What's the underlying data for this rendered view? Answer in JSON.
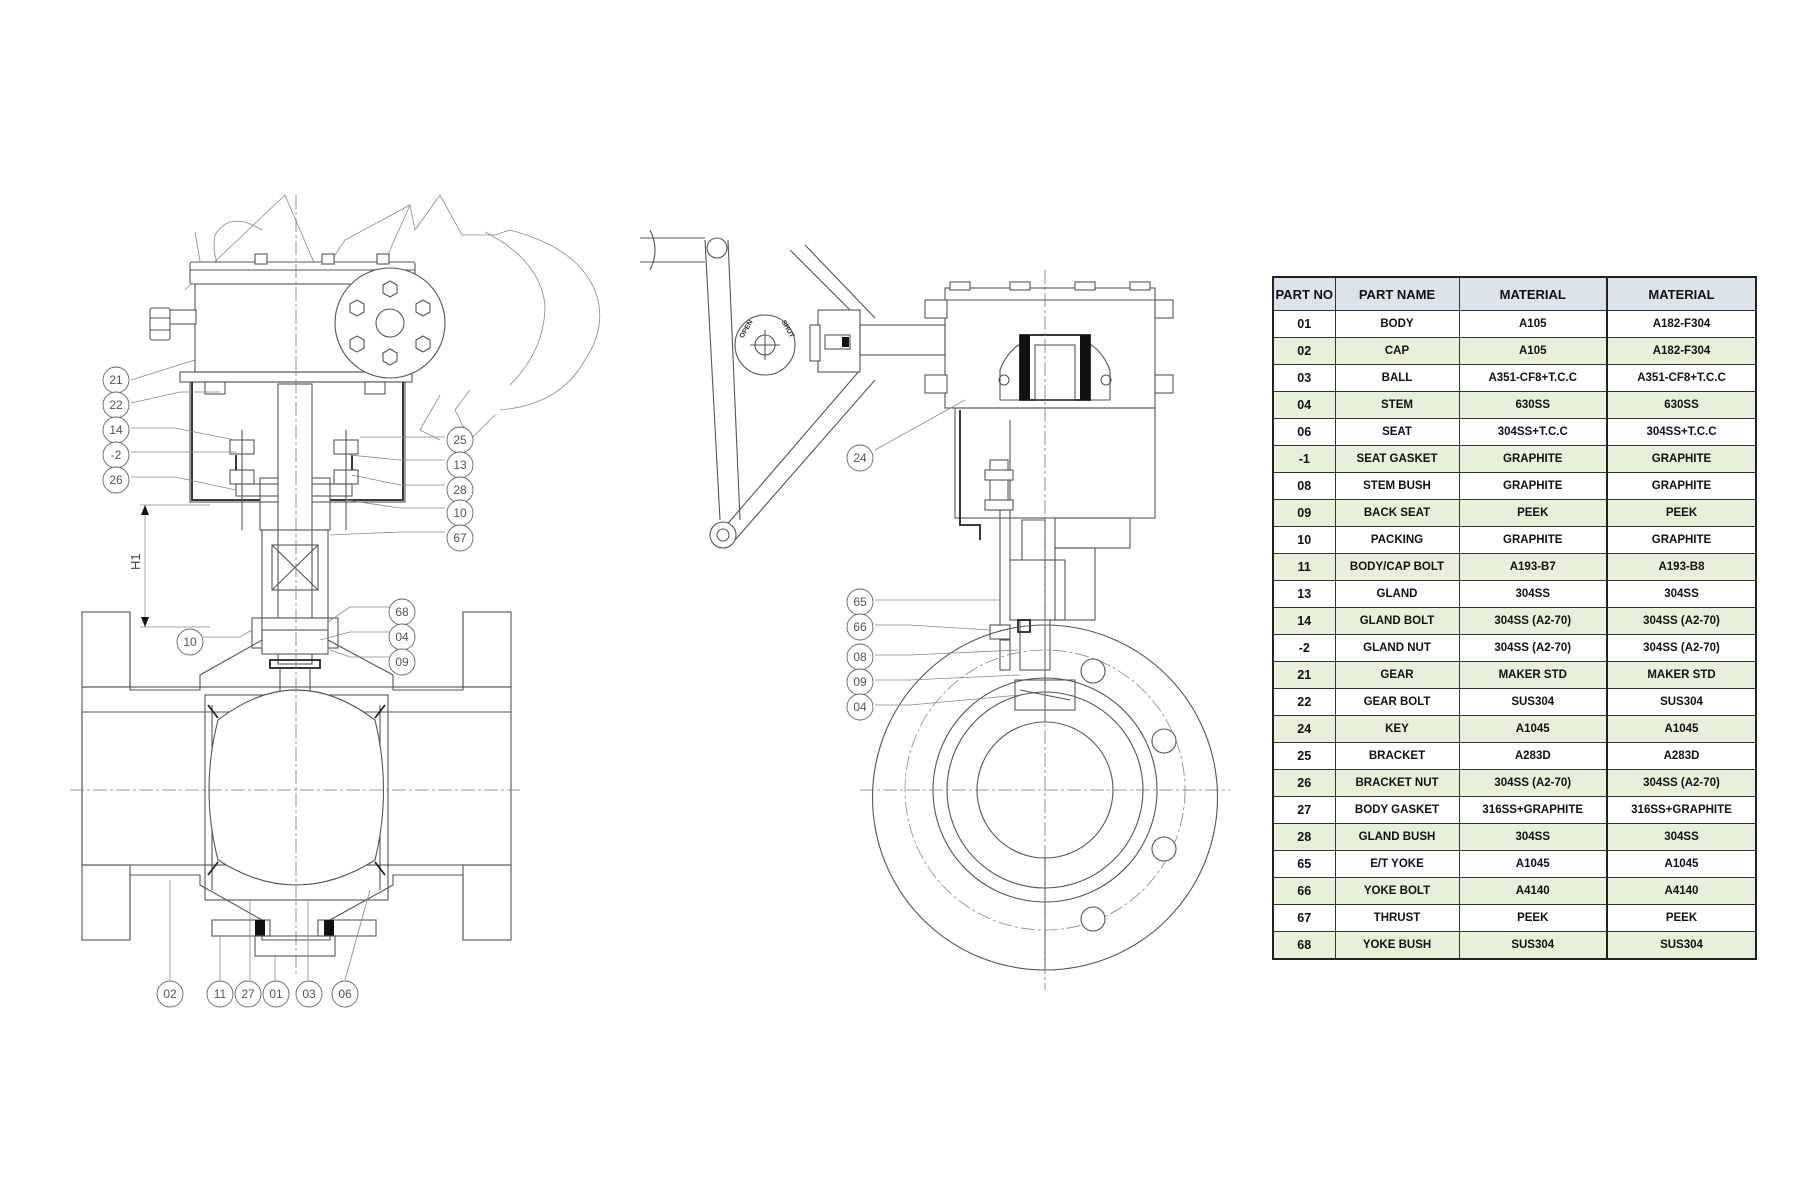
{
  "callouts": {
    "front": [
      "21",
      "22",
      "14",
      "-2",
      "26",
      "25",
      "13",
      "28",
      "10",
      "67",
      "68",
      "04",
      "09",
      "10",
      "02",
      "11",
      "27",
      "01",
      "03",
      "06"
    ],
    "side": [
      "24",
      "65",
      "66",
      "08",
      "09",
      "04"
    ]
  },
  "dimension_label": "H1",
  "gear_markings": [
    "OPEN",
    "SHUT"
  ],
  "parts_table": {
    "headers": [
      "PART NO",
      "PART NAME",
      "MATERIAL",
      "MATERIAL"
    ],
    "rows": [
      {
        "no": "01",
        "name": "BODY",
        "mat1": "A105",
        "mat2": "A182-F304"
      },
      {
        "no": "02",
        "name": "CAP",
        "mat1": "A105",
        "mat2": "A182-F304"
      },
      {
        "no": "03",
        "name": "BALL",
        "mat1": "A351-CF8+T.C.C",
        "mat2": "A351-CF8+T.C.C"
      },
      {
        "no": "04",
        "name": "STEM",
        "mat1": "630SS",
        "mat2": "630SS"
      },
      {
        "no": "06",
        "name": "SEAT",
        "mat1": "304SS+T.C.C",
        "mat2": "304SS+T.C.C"
      },
      {
        "no": "-1",
        "name": "SEAT GASKET",
        "mat1": "GRAPHITE",
        "mat2": "GRAPHITE"
      },
      {
        "no": "08",
        "name": "STEM BUSH",
        "mat1": "GRAPHITE",
        "mat2": "GRAPHITE"
      },
      {
        "no": "09",
        "name": "BACK SEAT",
        "mat1": "PEEK",
        "mat2": "PEEK"
      },
      {
        "no": "10",
        "name": "PACKING",
        "mat1": "GRAPHITE",
        "mat2": "GRAPHITE"
      },
      {
        "no": "11",
        "name": "BODY/CAP BOLT",
        "mat1": "A193-B7",
        "mat2": "A193-B8"
      },
      {
        "no": "13",
        "name": "GLAND",
        "mat1": "304SS",
        "mat2": "304SS"
      },
      {
        "no": "14",
        "name": "GLAND BOLT",
        "mat1": "304SS (A2-70)",
        "mat2": "304SS (A2-70)"
      },
      {
        "no": "-2",
        "name": "GLAND NUT",
        "mat1": "304SS (A2-70)",
        "mat2": "304SS (A2-70)"
      },
      {
        "no": "21",
        "name": "GEAR",
        "mat1": "MAKER STD",
        "mat2": "MAKER STD"
      },
      {
        "no": "22",
        "name": "GEAR BOLT",
        "mat1": "SUS304",
        "mat2": "SUS304"
      },
      {
        "no": "24",
        "name": "KEY",
        "mat1": "A1045",
        "mat2": "A1045"
      },
      {
        "no": "25",
        "name": "BRACKET",
        "mat1": "A283D",
        "mat2": "A283D"
      },
      {
        "no": "26",
        "name": "BRACKET NUT",
        "mat1": "304SS (A2-70)",
        "mat2": "304SS (A2-70)"
      },
      {
        "no": "27",
        "name": "BODY GASKET",
        "mat1": "316SS+GRAPHITE",
        "mat2": "316SS+GRAPHITE"
      },
      {
        "no": "28",
        "name": "GLAND BUSH",
        "mat1": "304SS",
        "mat2": "304SS"
      },
      {
        "no": "65",
        "name": "E/T YOKE",
        "mat1": "A1045",
        "mat2": "A1045"
      },
      {
        "no": "66",
        "name": "YOKE BOLT",
        "mat1": "A4140",
        "mat2": "A4140"
      },
      {
        "no": "67",
        "name": "THRUST",
        "mat1": "PEEK",
        "mat2": "PEEK"
      },
      {
        "no": "68",
        "name": "YOKE BUSH",
        "mat1": "SUS304",
        "mat2": "SUS304"
      }
    ]
  }
}
